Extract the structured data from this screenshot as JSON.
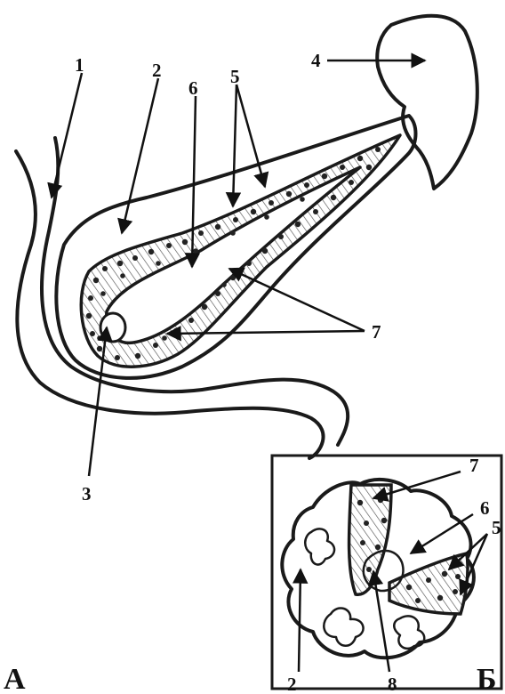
{
  "diagram": {
    "labels": {
      "l1": "1",
      "l2": "2",
      "l3": "3",
      "l4": "4",
      "l5": "5",
      "l6": "6",
      "l7": "7",
      "b7": "7",
      "b6": "6",
      "b5": "5",
      "b2": "2",
      "b8": "8",
      "panel_a": "А",
      "panel_b": "Б"
    }
  }
}
